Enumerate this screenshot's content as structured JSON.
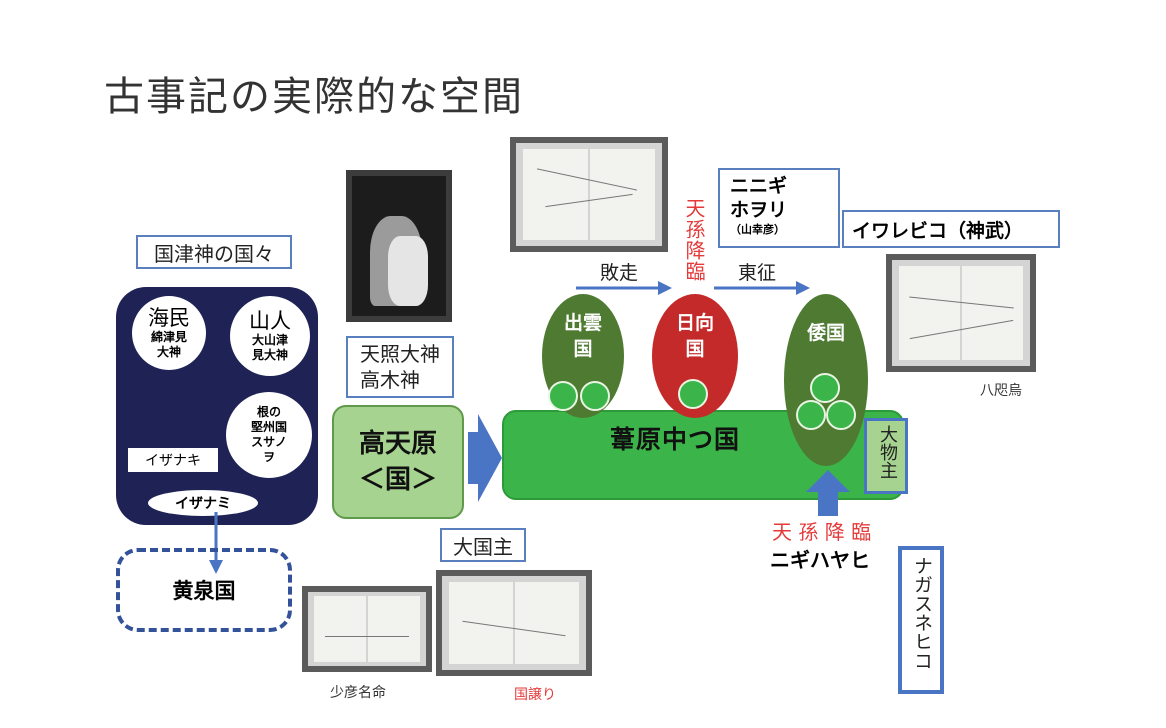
{
  "title": "古事記の実際的な空間",
  "left": {
    "kunitsu_label": "国津神の国々",
    "kaimin": {
      "name": "海民",
      "god": "綿津見\n大神"
    },
    "yamabito": {
      "name": "山人",
      "god": "大山津\n見大神"
    },
    "ne": {
      "text": "根の\n堅州国\nスサノ\nヲ"
    },
    "izanagi": "イザナキ",
    "izanami": "イザナミ",
    "yomi": "黄泉国"
  },
  "center": {
    "amaterasu": "天照大神\n高木神",
    "takama_line1": "高天原",
    "takama_line2": "＜国＞",
    "ookuninushi": "大国主",
    "sukuna_caption": "少彦名命",
    "kuniyuzuri_caption": "国譲り"
  },
  "main": {
    "ashihara": "葦原中つ国",
    "izumo": "出雲\n国",
    "hyuga": "日向\n国",
    "wa": "倭国",
    "haiso": "敗走",
    "tousei": "東征",
    "tenson_vertical": "天孫降臨",
    "tenson_horizontal": "天 孫 降 臨",
    "ninigi": "ニニギ",
    "hoori": "ホヲリ",
    "yamasachi": "（山幸彦）",
    "iwarebiko": "イワレビコ（神武）",
    "yatagarasu_caption": "八咫烏",
    "oomono": "大物主",
    "nigihayahi": "ニギハヤヒ",
    "nagasune": "ナガスネヒコ"
  },
  "colors": {
    "navy": "#1f2255",
    "green": "#3bb44a",
    "light_green": "#a6d38f",
    "olive": "#4e7a32",
    "red_oval": "#c42a2a",
    "arrow_blue": "#4a74c4",
    "red_text": "#e43a3a"
  }
}
